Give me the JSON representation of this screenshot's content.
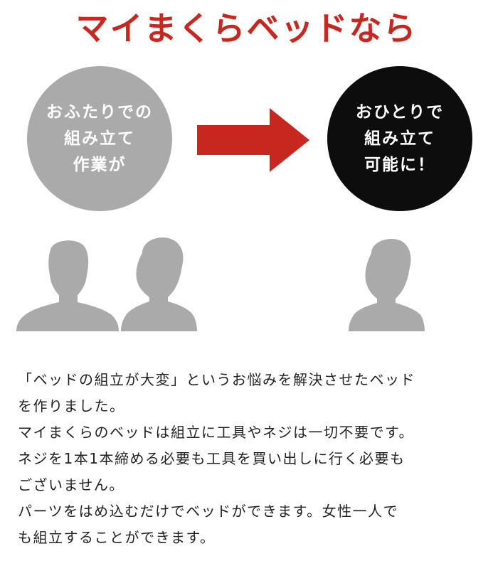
{
  "headline": {
    "text": "マイまくらベッドなら",
    "color": "#c8271f"
  },
  "before": {
    "lines": [
      "おふたりでの",
      "組み立て",
      "作業が"
    ],
    "color": "#aaaaaa"
  },
  "after": {
    "lines": [
      "おひとりで",
      "組み立て",
      "可能に！"
    ],
    "color": "#0d0d0d"
  },
  "arrow": {
    "icon": "right-arrow-icon",
    "color": "#c8271f"
  },
  "figures": {
    "icon": "person-silhouette-icon",
    "color": "#aaaaaa"
  },
  "body": {
    "lines": [
      "「ベッドの組立が大変」というお悩みを解決させたベッド",
      "を作りました。",
      "マイまくらのベッドは組立に工具やネジは一切不要です。",
      "ネジを1本1本締める必要も工具を買い出しに行く必要も",
      "ございません。",
      "パーツをはめ込むだけでベッドができます。女性一人で",
      "も組立することができます。"
    ]
  }
}
